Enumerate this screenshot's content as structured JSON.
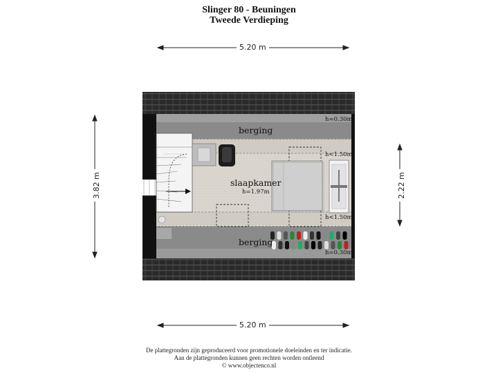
{
  "header": {
    "title": "Slinger 80 - Beuningen",
    "subtitle": "Tweede Verdieping"
  },
  "dimensions": {
    "top": "5.20 m",
    "bottom": "5.20 m",
    "left": "3.82 m",
    "right": "2.22 m"
  },
  "rooms": {
    "berging_top": "berging",
    "slaapkamer": "slaapkamer",
    "slaapkamer_height": "h=1.97m",
    "berging_bottom": "berging"
  },
  "height_marks": {
    "top_right": "h=0.30m",
    "upper_slope": "h<1.50m",
    "lower_slope": "h<1.50m",
    "bottom_right": "h=0.30m"
  },
  "footer": {
    "line1": "De plattegronden zijn geproduceerd voor promotionele doeleinden en ter indicatie.",
    "line2": "Aan de plattegronden kunnen geen rechten worden ontleend",
    "line3": "© www.objectenco.nl"
  },
  "colors": {
    "wall": "#111111",
    "roof": "#3a3a3a",
    "storage": "#8a8a8a",
    "floor": "#d8d4cc",
    "stair": "#f2f2f2"
  }
}
